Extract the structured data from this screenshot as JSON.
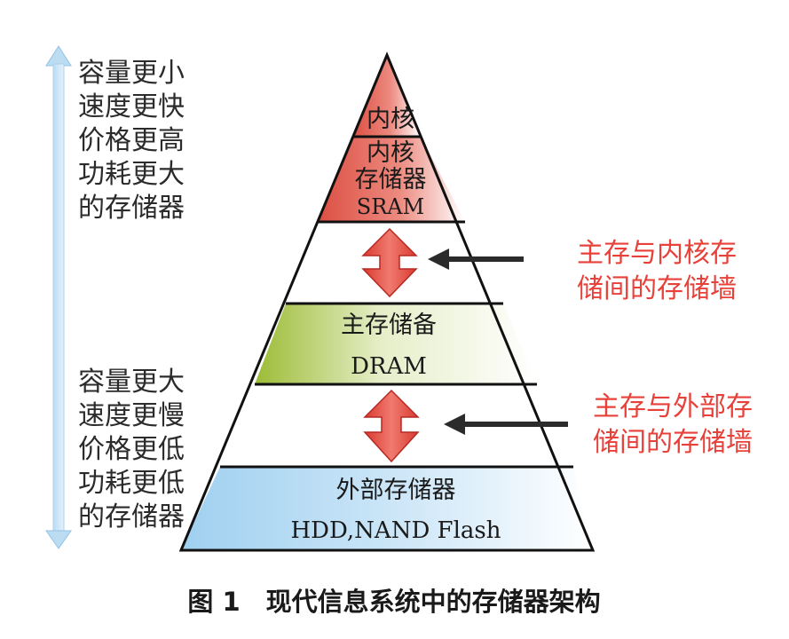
{
  "top_side_lines": [
    "容量更小",
    "速度更快",
    "价格更高",
    "功耗更大",
    "的存储器"
  ],
  "bottom_side_lines": [
    "容量更大",
    "速度更慢",
    "价格更低",
    "功耗更低",
    "的存储器"
  ],
  "layers": {
    "core": {
      "lines": [
        "内核"
      ]
    },
    "core_storage": {
      "lines": [
        "内核",
        "存储器",
        "SRAM"
      ]
    },
    "main_storage": {
      "lines": [
        "主存储备",
        "DRAM"
      ]
    },
    "external_storage": {
      "lines": [
        "外部存储器",
        "HDD,NAND Flash"
      ]
    }
  },
  "walls": {
    "main_core": [
      "主存与内核存",
      "储间的存储墙"
    ],
    "main_external": [
      "主存与外部存",
      "储间的存储墙"
    ]
  },
  "caption": "图 1　现代信息系统中的存储器架构",
  "colors": {
    "core_red": "#e0574b",
    "dram_green": "#9fbd3c",
    "external_blue": "#a6d2ef",
    "wall_red": "#e8413a",
    "side_arrow": "#cfe6f5",
    "black_arrow": "#2b2b2b"
  }
}
